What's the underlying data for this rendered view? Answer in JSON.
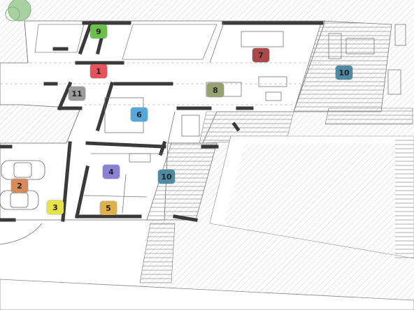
{
  "rooms": [
    {
      "label": "9",
      "color": "#6cc04a"
    },
    {
      "label": "1",
      "color": "#e4545a"
    },
    {
      "label": "7",
      "color": "#a84a4a"
    },
    {
      "label": "10",
      "color": "#4f8aa2"
    },
    {
      "label": "11",
      "color": "#9a9a9a"
    },
    {
      "label": "8",
      "color": "#96a070"
    },
    {
      "label": "6",
      "color": "#54a8dc"
    },
    {
      "label": "4",
      "color": "#8a80d8"
    },
    {
      "label": "10",
      "color": "#4f8aa2"
    },
    {
      "label": "2",
      "color": "#d68a5a"
    },
    {
      "label": "3",
      "color": "#e6e24a"
    },
    {
      "label": "5",
      "color": "#e0b04a"
    }
  ],
  "colors": {
    "wall": "#3a3a3a",
    "line": "#777777",
    "hatch": "#cfcfcf",
    "tree": "#8fc08a"
  }
}
